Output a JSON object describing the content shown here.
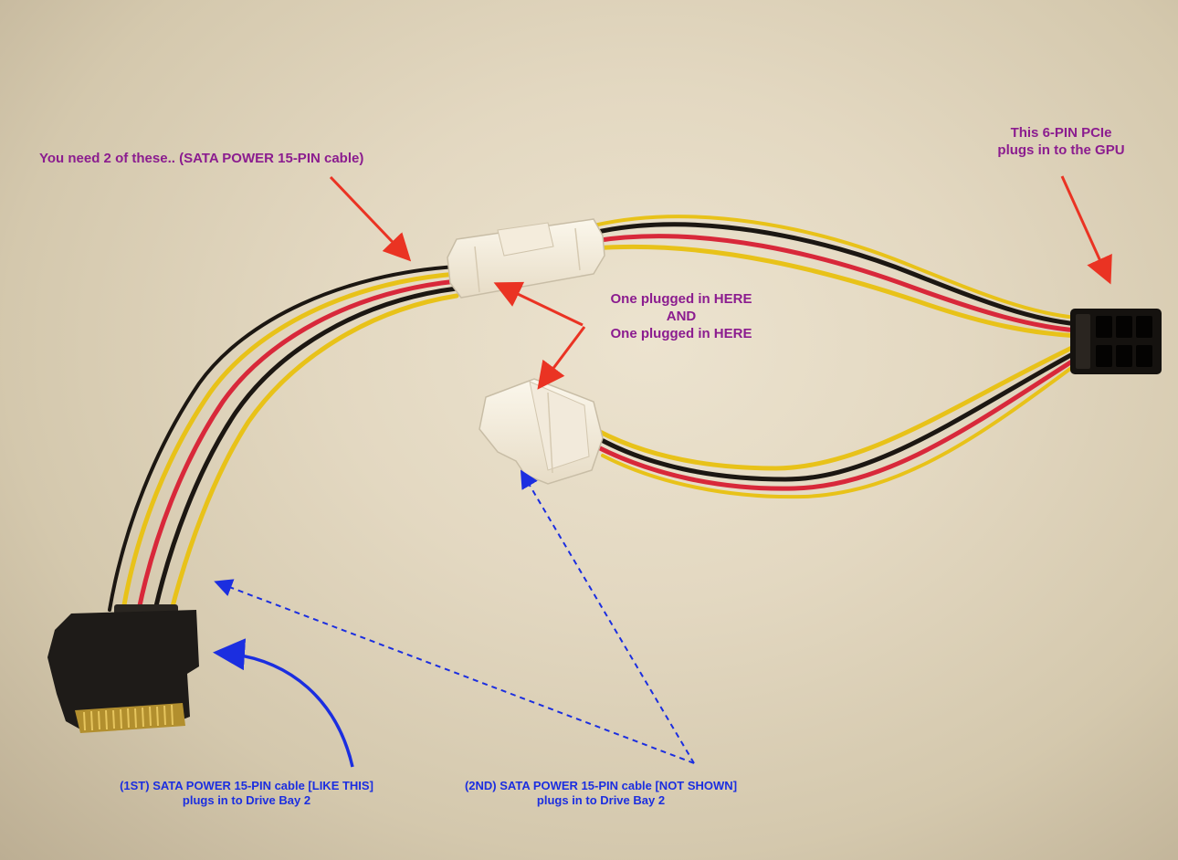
{
  "image": {
    "description_colors": {
      "background": "#e3d8c1",
      "wire_yellow": "#e8c219",
      "wire_red": "#d8283a",
      "wire_black": "#1c1712",
      "molex_white": "#f6f0e2",
      "sata_black": "#1e1b18",
      "sata_pins": "#c9a640",
      "annotation_purple": "#8b1c8f",
      "annotation_blue": "#1b2ee0",
      "arrow_red": "#ea3323"
    },
    "annotations": {
      "sata_need_two": "You need 2 of these.. (SATA POWER 15-PIN cable)",
      "pcie_line1": "This 6-PIN PCIe",
      "pcie_line2": "plugs in to the GPU",
      "molex_line1": "One plugged in HERE",
      "molex_line2": "AND",
      "molex_line3": "One plugged in HERE",
      "first_sata_line1": "(1ST) SATA POWER 15-PIN cable [LIKE THIS]",
      "first_sata_line2": "plugs in to Drive Bay 2",
      "second_sata_line1": "(2ND) SATA POWER 15-PIN cable [NOT SHOWN]",
      "second_sata_line2": "plugs in to Drive Bay 2"
    }
  }
}
